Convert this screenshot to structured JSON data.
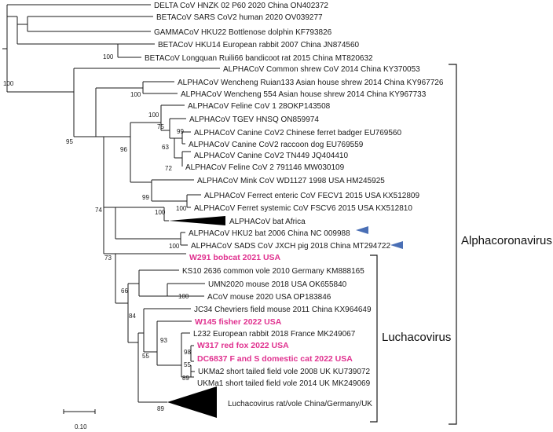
{
  "taxa": {
    "delta": "DELTA CoV HNZK 02 P60 2020 China ON402372",
    "sars": "BETACoV SARS CoV2 human 2020 OV039277",
    "gamma": "GAMMACoV HKU22 Bottlenose dolphin KF793826",
    "hku14": "BETACoV HKU14 European rabbit 2007 China JN874560",
    "longquan": "BETACoV Longquan Ruili66 bandicoot rat 2015 China MT820632",
    "shrew": "ALPHACoV Common shrew CoV 2014 China KY370053",
    "wz133": "ALPHACoV Wencheng Ruian133 Asian house shrew 2014 China KY967726",
    "wz554": "ALPHACoV Wencheng 554 Asian house shrew 2014 China KY967733",
    "fcv1": "ALPHACoV Feline CoV 1 28OKP143508",
    "tgev": "ALPHACoV TGEV HNSQ ON859974",
    "badger": "ALPHACoV Canine CoV2 Chinese ferret badger EU769560",
    "raccoon": "ALPHACoV Canine CoV2 raccoon dog EU769559",
    "tn449": "ALPHACoV Canine CoV2 TN449 JQ404410",
    "fcv2": "ALPHACoV Feline CoV 2 791146 MW030109",
    "mink": "ALPHACoV Mink CoV WD1127 1998 USA HM245925",
    "fecv": "ALPHACoV Ferrect enteric CoV FECV1 2015 USA KX512809",
    "fscv": "ALPHACoV Ferret systemic CoV FSCV6 2015 USA KX512810",
    "batafrica": "ALPHACoV bat Africa",
    "hku2": "ALPHACoV HKU2 bat 2006 China NC 009988",
    "sads": "ALPHACoV SADS CoV JXCH pig 2018 China MT294722",
    "w291": "W291 bobcat 2021 USA",
    "ks10": "KS10 2636 common vole 2010 Germany KM888165",
    "umn": "UMN2020 mouse 2018 USA OK655840",
    "acov": "ACoV mouse 2020 USA OP183846",
    "jc34": "JC34 Chevriers field mouse 2011 China KX964649",
    "w145": "W145 fisher 2022 USA",
    "l232": "L232 European rabbit 2018 France MK249067",
    "w317": "W317 red fox 2022 USA",
    "dc6837": "DC6837 F and S domestic cat 2022 USA",
    "ukma2": "UKMa2 short tailed field vole 2008 UK KU739072",
    "ukma1": "UKMa1 short tailed field vole 2014 UK MK249069",
    "ratvole": "Luchacovirus rat/vole China/Germany/UK"
  },
  "bootstrap": {
    "b_longquan": "100",
    "b_root": "100",
    "b_wz": "100",
    "b_95": "95",
    "b_tgev": "100",
    "b_ccov": "99",
    "b_75": "75",
    "b_63": "63",
    "b_72": "72",
    "b_96": "96",
    "b_99": "99",
    "b_ferret": "100",
    "b_74": "74",
    "b_batafrica": "100",
    "b_hku2": "100",
    "b_73": "73",
    "b_66": "66",
    "b_mouse": "100",
    "b_84": "84",
    "b_93": "93",
    "b_98": "98",
    "b_55a": "55",
    "b_89a": "89",
    "b_55b": "55",
    "b_89b": "89"
  },
  "clades": {
    "alpha": "Alphacoronavirus",
    "lucha": "Luchacovirus"
  },
  "scale": {
    "label": "0.10"
  },
  "highlight_color": "#e0318f",
  "marker_color": "#4a6fb5"
}
